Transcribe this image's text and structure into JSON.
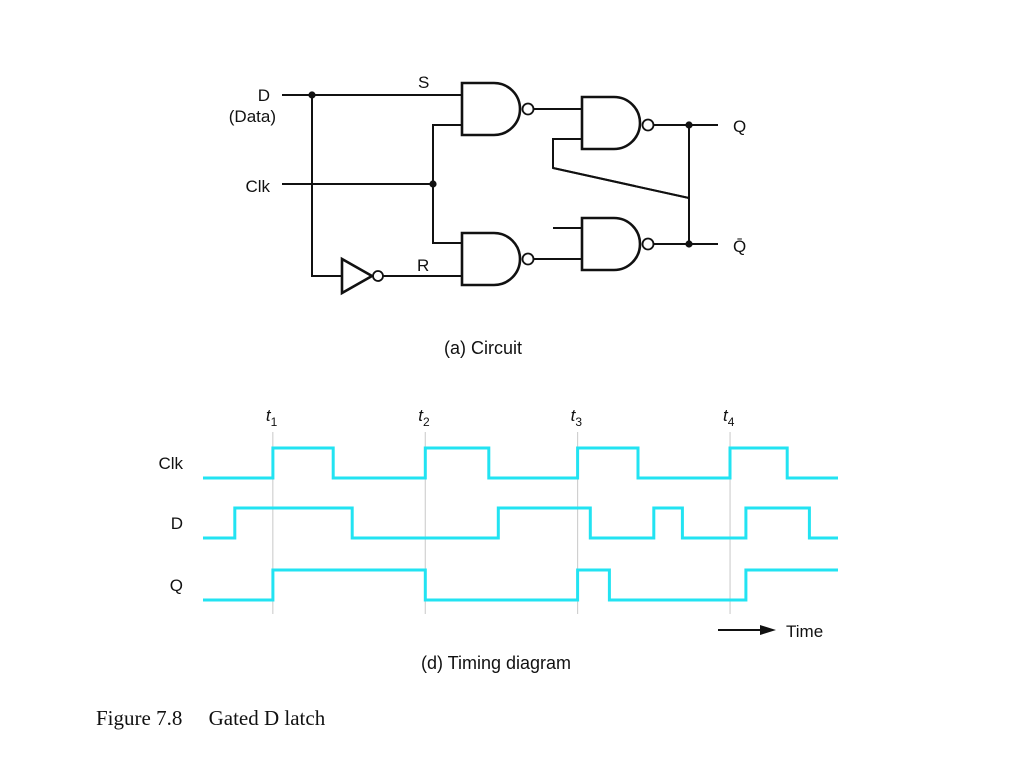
{
  "circuit": {
    "inputs": {
      "d_label": "D",
      "data_label": "(Data)",
      "clk_label": "Clk"
    },
    "internal": {
      "s_label": "S",
      "r_label": "R"
    },
    "outputs": {
      "q_label": "Q",
      "qbar_label": "Q̄"
    },
    "caption": "(a) Circuit"
  },
  "timing": {
    "time_marks": [
      {
        "letter": "t",
        "sub": "1"
      },
      {
        "letter": "t",
        "sub": "2"
      },
      {
        "letter": "t",
        "sub": "3"
      },
      {
        "letter": "t",
        "sub": "4"
      }
    ],
    "signals": [
      {
        "name": "Clk",
        "transitions": [
          0.11,
          0.205,
          0.35,
          0.45,
          0.59,
          0.685,
          0.83,
          0.92
        ],
        "initial": 0
      },
      {
        "name": "D",
        "transitions": [
          0.05,
          0.235,
          0.465,
          0.61,
          0.71,
          0.755,
          0.855,
          0.955
        ],
        "initial": 0
      },
      {
        "name": "Q",
        "transitions": [
          0.11,
          0.35,
          0.59,
          0.64,
          0.855
        ],
        "initial": 0
      }
    ],
    "time_label": "Time",
    "caption": "(d) Timing diagram",
    "trace_color": "#22e3f2"
  },
  "figure_caption": "Figure 7.8     Gated D latch"
}
